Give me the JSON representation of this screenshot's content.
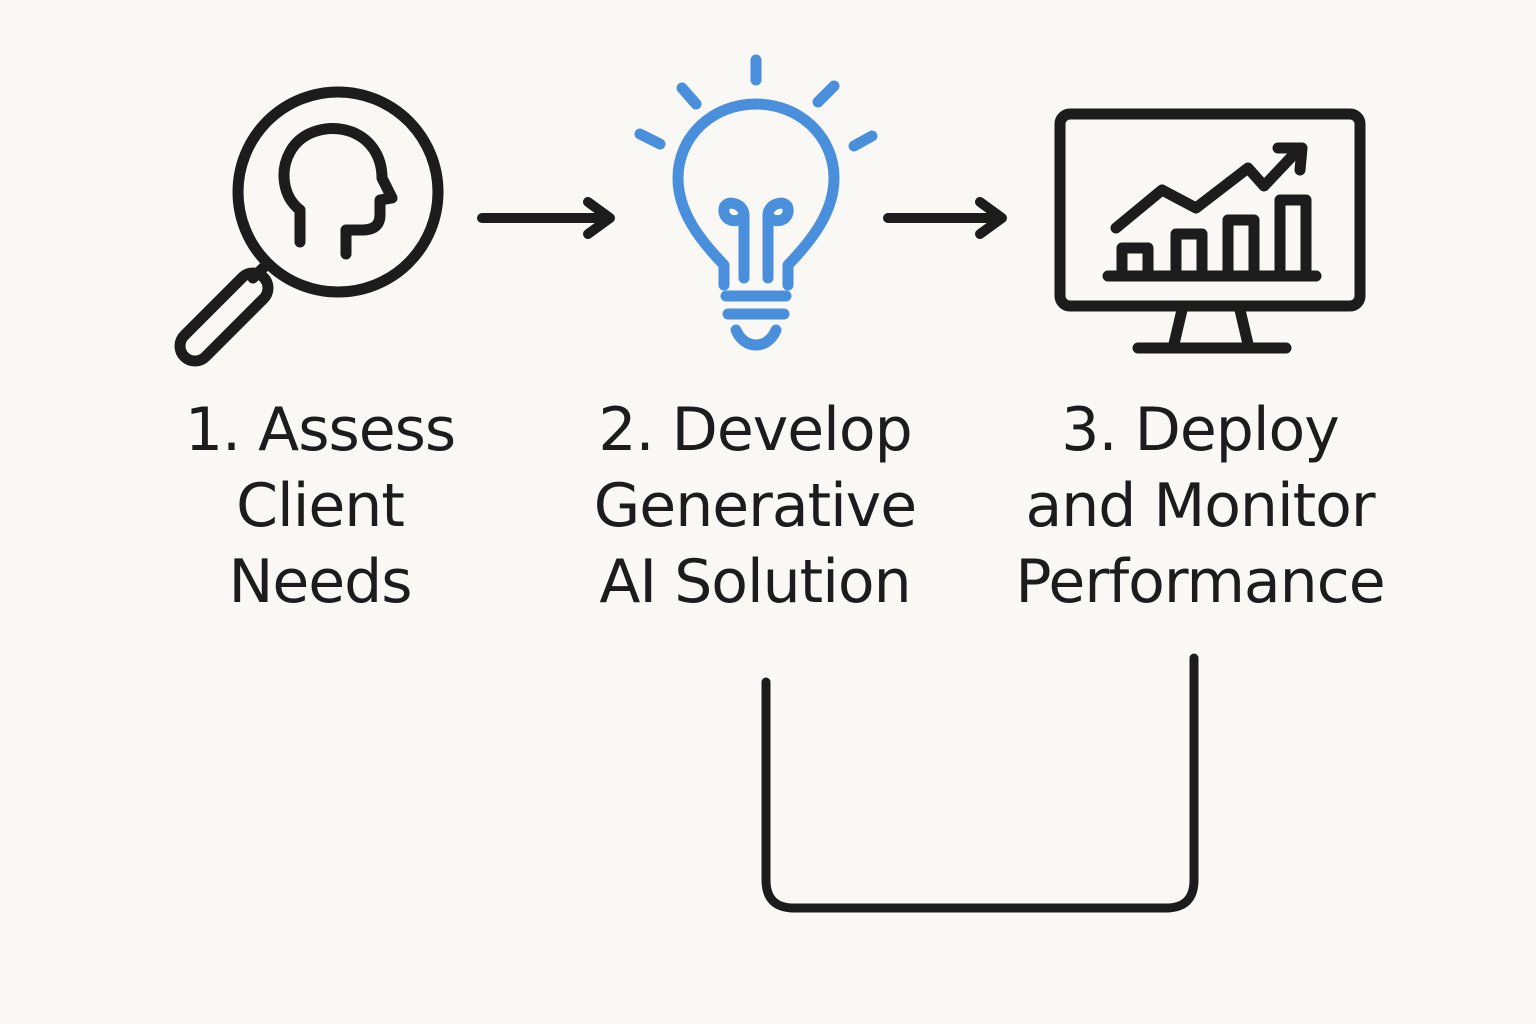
{
  "colors": {
    "background": "#f9f8f4",
    "ink": "#1c1c1c",
    "accent": "#4a8fdc"
  },
  "steps": [
    {
      "icon": "magnifier-head-icon",
      "lines": [
        "1. Assess",
        "Client",
        "Needs"
      ]
    },
    {
      "icon": "lightbulb-icon",
      "lines": [
        "2. Develop",
        "Generative",
        "AI Solution"
      ]
    },
    {
      "icon": "monitor-chart-icon",
      "lines": [
        "3. Deploy",
        "and Monitor",
        "Performance"
      ]
    }
  ]
}
